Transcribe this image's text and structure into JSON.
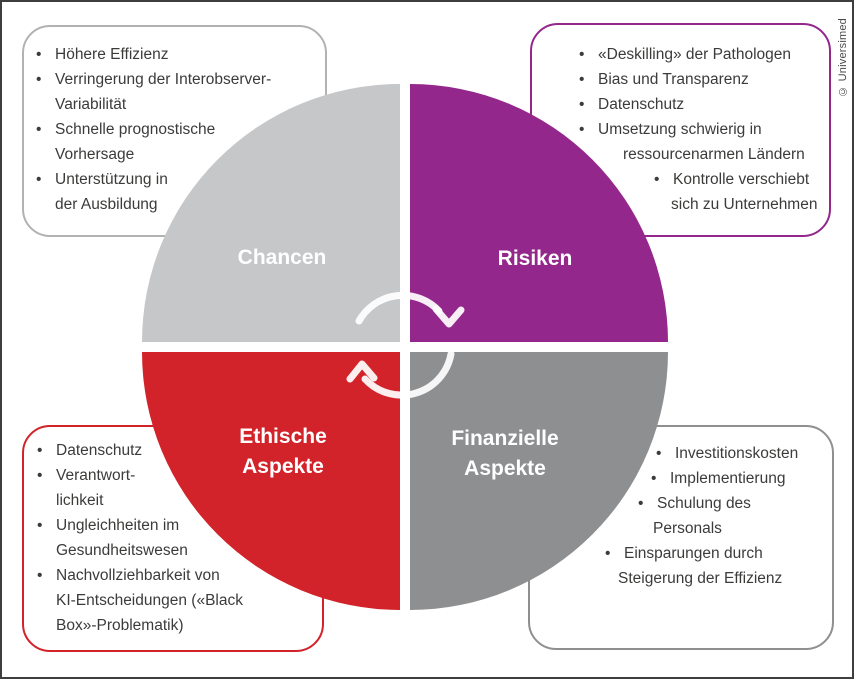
{
  "credit": "© Universimed",
  "quadrants": {
    "chancen": {
      "label": "Chancen",
      "color": "#c6c7c9"
    },
    "risiken": {
      "label": "Risiken",
      "color": "#94278c"
    },
    "ethische": {
      "label_line1": "Ethische",
      "label_line2": "Aspekte",
      "color": "#d2232a"
    },
    "finanzielle": {
      "label_line1": "Finanzielle",
      "label_line2": "Aspekte",
      "color": "#8e8f91"
    }
  },
  "notes": {
    "chancen": {
      "items": [
        {
          "marker": "•",
          "text": "Höhere Effizienz"
        },
        {
          "marker": "•",
          "text": "Verringerung der Interobserver-"
        },
        {
          "marker": "",
          "text": "Variabilität"
        },
        {
          "marker": "•",
          "text": "Schnelle prognostische"
        },
        {
          "marker": "",
          "text": "Vorhersage"
        },
        {
          "marker": "•",
          "text": "Unterstützung in"
        },
        {
          "marker": "",
          "text": "der Ausbildung"
        }
      ]
    },
    "risiken": {
      "items": [
        {
          "marker": "•",
          "text": "«Deskilling» der Pathologen"
        },
        {
          "marker": "•",
          "text": "Bias und Transparenz"
        },
        {
          "marker": "•",
          "text": "Datenschutz"
        },
        {
          "marker": "•",
          "text": "Umsetzung schwierig in"
        },
        {
          "marker": "",
          "text": "ressourcenarmen Ländern"
        },
        {
          "marker": "•",
          "text": "Kontrolle verschiebt"
        },
        {
          "marker": "",
          "text": "sich zu Unternehmen"
        }
      ]
    },
    "ethische": {
      "items": [
        {
          "marker": "•",
          "text": "Datenschutz"
        },
        {
          "marker": "•",
          "text": "Verantwort-"
        },
        {
          "marker": "",
          "text": "lichkeit"
        },
        {
          "marker": "•",
          "text": "Ungleichheiten im"
        },
        {
          "marker": "",
          "text": "Gesundheitswesen"
        },
        {
          "marker": "•",
          "text": "Nachvollziehbarkeit von"
        },
        {
          "marker": "",
          "text": "KI-Entscheidungen («Black"
        },
        {
          "marker": "",
          "text": "Box»-Problematik)"
        }
      ]
    },
    "finanzielle": {
      "items": [
        {
          "marker": "•",
          "text": "Investitionskosten"
        },
        {
          "marker": "•",
          "text": "Implementierung"
        },
        {
          "marker": "•",
          "text": "Schulung des"
        },
        {
          "marker": "",
          "text": "Personals"
        },
        {
          "marker": "•",
          "text": "Einsparungen durch"
        },
        {
          "marker": "",
          "text": "Steigerung der Effizienz"
        }
      ]
    }
  }
}
